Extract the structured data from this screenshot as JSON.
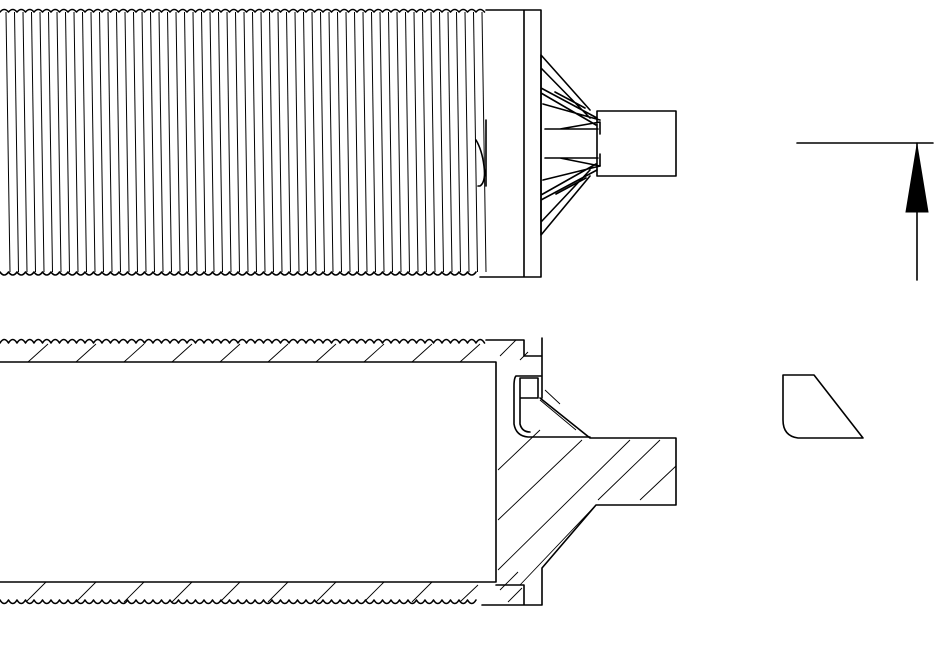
{
  "drawing": {
    "thread_pitch": "thread-crest-spacing",
    "views": [
      "exterior-view",
      "section-view",
      "section-arrow",
      "detail-profile"
    ]
  },
  "colors": {
    "line": "#000000",
    "background": "#ffffff"
  }
}
